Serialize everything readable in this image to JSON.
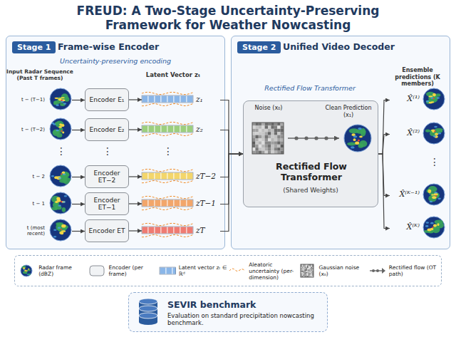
{
  "diagram": {
    "title": "FREUD: A Two-Stage Uncertainty-Preserving Framework for Weather Nowcasting",
    "nodes": [
      {
        "text": [
          "Stage 1",
          "Frame-wise Encoder",
          "Uncertainty-preserving encoding"
        ]
      },
      {
        "text": [
          "Stage 2",
          "Unified Video Decoder"
        ]
      },
      {
        "text": [
          "t − (T−1)"
        ],
        "in": 0
      },
      {
        "text": [
          "t − (T−2)"
        ],
        "in": 0
      },
      {
        "text": [
          "t − 2"
        ],
        "in": 0
      },
      {
        "text": [
          "t − 1"
        ],
        "in": 0
      },
      {
        "text": [
          "t (most recent)"
        ],
        "in": 0
      },
      {
        "text": [
          "Encoder E₁"
        ],
        "in": 0
      },
      {
        "text": [
          "Encoder E₂"
        ],
        "in": 0
      },
      {
        "text": [
          "Encoder ET−2"
        ],
        "in": 0
      },
      {
        "text": [
          "Encoder ET−1"
        ],
        "in": 0
      },
      {
        "text": [
          "Encoder ET"
        ],
        "in": 0
      },
      {
        "text": [
          "z₁"
        ],
        "in": 0
      },
      {
        "text": [
          "z₂"
        ],
        "in": 0
      },
      {
        "text": [
          "zT−2"
        ],
        "in": 0
      },
      {
        "text": [
          "zT−1"
        ],
        "in": 0
      },
      {
        "text": [
          "zT"
        ],
        "in": 0
      },
      {
        "text": [
          "Noise (x₀)",
          "Clean Prediction (x₁)",
          "Rectified Flow Transformer",
          "(Shared Weights)"
        ],
        "in": 1
      },
      {
        "text": [
          "X̂⁽¹⁾"
        ],
        "in": 1
      },
      {
        "text": [
          "X̂⁽²⁾"
        ],
        "in": 1
      },
      {
        "text": [
          "X̂⁽ᴷ⁻¹⁾"
        ],
        "in": 1
      },
      {
        "text": [
          "X̂⁽ᴷ⁾"
        ],
        "in": 1
      },
      {
        "text": [
          "SEVIR benchmark",
          "Evaluation on standard precipitation nowcasting benchmark."
        ]
      }
    ],
    "edges": [
      {
        "from": 2,
        "to": 7,
        "arrow": "to"
      },
      {
        "from": 3,
        "to": 8,
        "arrow": "to"
      },
      {
        "from": 4,
        "to": 9,
        "arrow": "to"
      },
      {
        "from": 5,
        "to": 10,
        "arrow": "to"
      },
      {
        "from": 6,
        "to": 11,
        "arrow": "to"
      },
      {
        "from": 7,
        "to": 12,
        "arrow": "to"
      },
      {
        "from": 8,
        "to": 13,
        "arrow": "to"
      },
      {
        "from": 9,
        "to": 14,
        "arrow": "to"
      },
      {
        "from": 10,
        "to": 15,
        "arrow": "to"
      },
      {
        "from": 11,
        "to": 16,
        "arrow": "to"
      },
      {
        "from": 12,
        "to": 17,
        "arrow": "to"
      },
      {
        "from": 13,
        "to": 17,
        "arrow": "to"
      },
      {
        "from": 14,
        "to": 17,
        "arrow": "to"
      },
      {
        "from": 15,
        "to": 17,
        "arrow": "to"
      },
      {
        "from": 16,
        "to": 17,
        "arrow": "to"
      },
      {
        "from": 17,
        "to": 18,
        "arrow": "to"
      },
      {
        "from": 17,
        "to": 19,
        "arrow": "to"
      },
      {
        "from": 17,
        "to": 20,
        "arrow": "to"
      },
      {
        "from": 17,
        "to": 21,
        "arrow": "to"
      }
    ],
    "labels": [
      "Input Radar Sequence (Past T frames)",
      "Latent Vector zₜ",
      "⋮",
      "⋮",
      "⋮",
      "Rectified Flow Transformer",
      "Ensemble predictions (K members)",
      "⋮"
    ],
    "legend": [
      {
        "text": "Radar frame (dBZ)"
      },
      {
        "text": "Encoder (per frame)"
      },
      {
        "text": "Latent vector zₜ ∈ ℝᵈ"
      },
      {
        "text": "Aleatoric uncertainty (per-dimension)"
      },
      {
        "text": "Gaussian noise (x₀)"
      },
      {
        "text": "Rectified flow (OT path)"
      }
    ]
  }
}
